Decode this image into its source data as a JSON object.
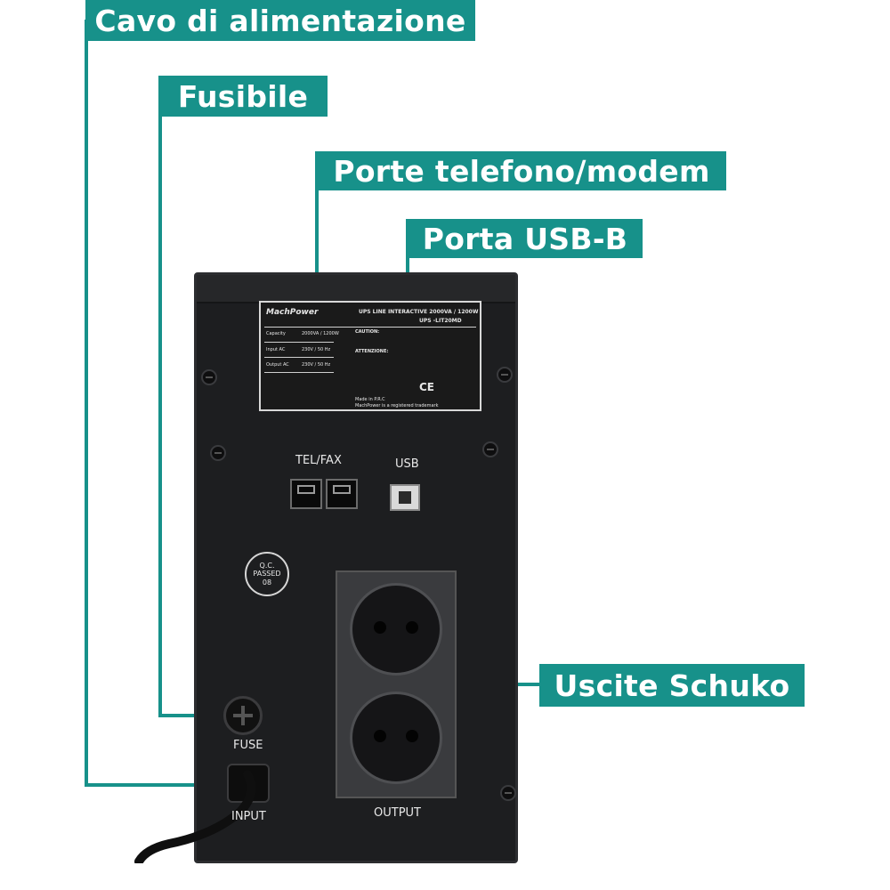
{
  "callouts": {
    "cavo": "Cavo di alimentazione",
    "fusibile": "Fusibile",
    "porte": "Porte telefono/modem",
    "usb": "Porta USB-B",
    "schuko": "Uscite Schuko"
  },
  "device": {
    "sticker": {
      "brand": "MachPower",
      "model_line": "UPS LINE INTERACTIVE 2000VA / 1200W",
      "model_code": "UPS -LIT20MD",
      "rows": [
        {
          "label": "Capacity",
          "value": "2000VA / 1200W"
        },
        {
          "label": "Input AC",
          "value": "230V / 50 Hz"
        },
        {
          "label": "Output AC",
          "value": "230V / 50 Hz"
        }
      ],
      "caution_title": "CAUTION:",
      "attenzione_title": "ATTENZIONE:",
      "made_in": "Made in P.R.C",
      "trademark": "MachPower is a registered trademark",
      "marks": "CE"
    },
    "tel_fax_label": "TEL/FAX",
    "usb_label": "USB",
    "qc_lines": [
      "Q.C.",
      "PASSED",
      "08"
    ],
    "fuse_label": "FUSE",
    "input_label": "INPUT",
    "output_label": "OUTPUT"
  },
  "colors": {
    "accent": "#17918a",
    "chassis": "#1d1e20"
  }
}
